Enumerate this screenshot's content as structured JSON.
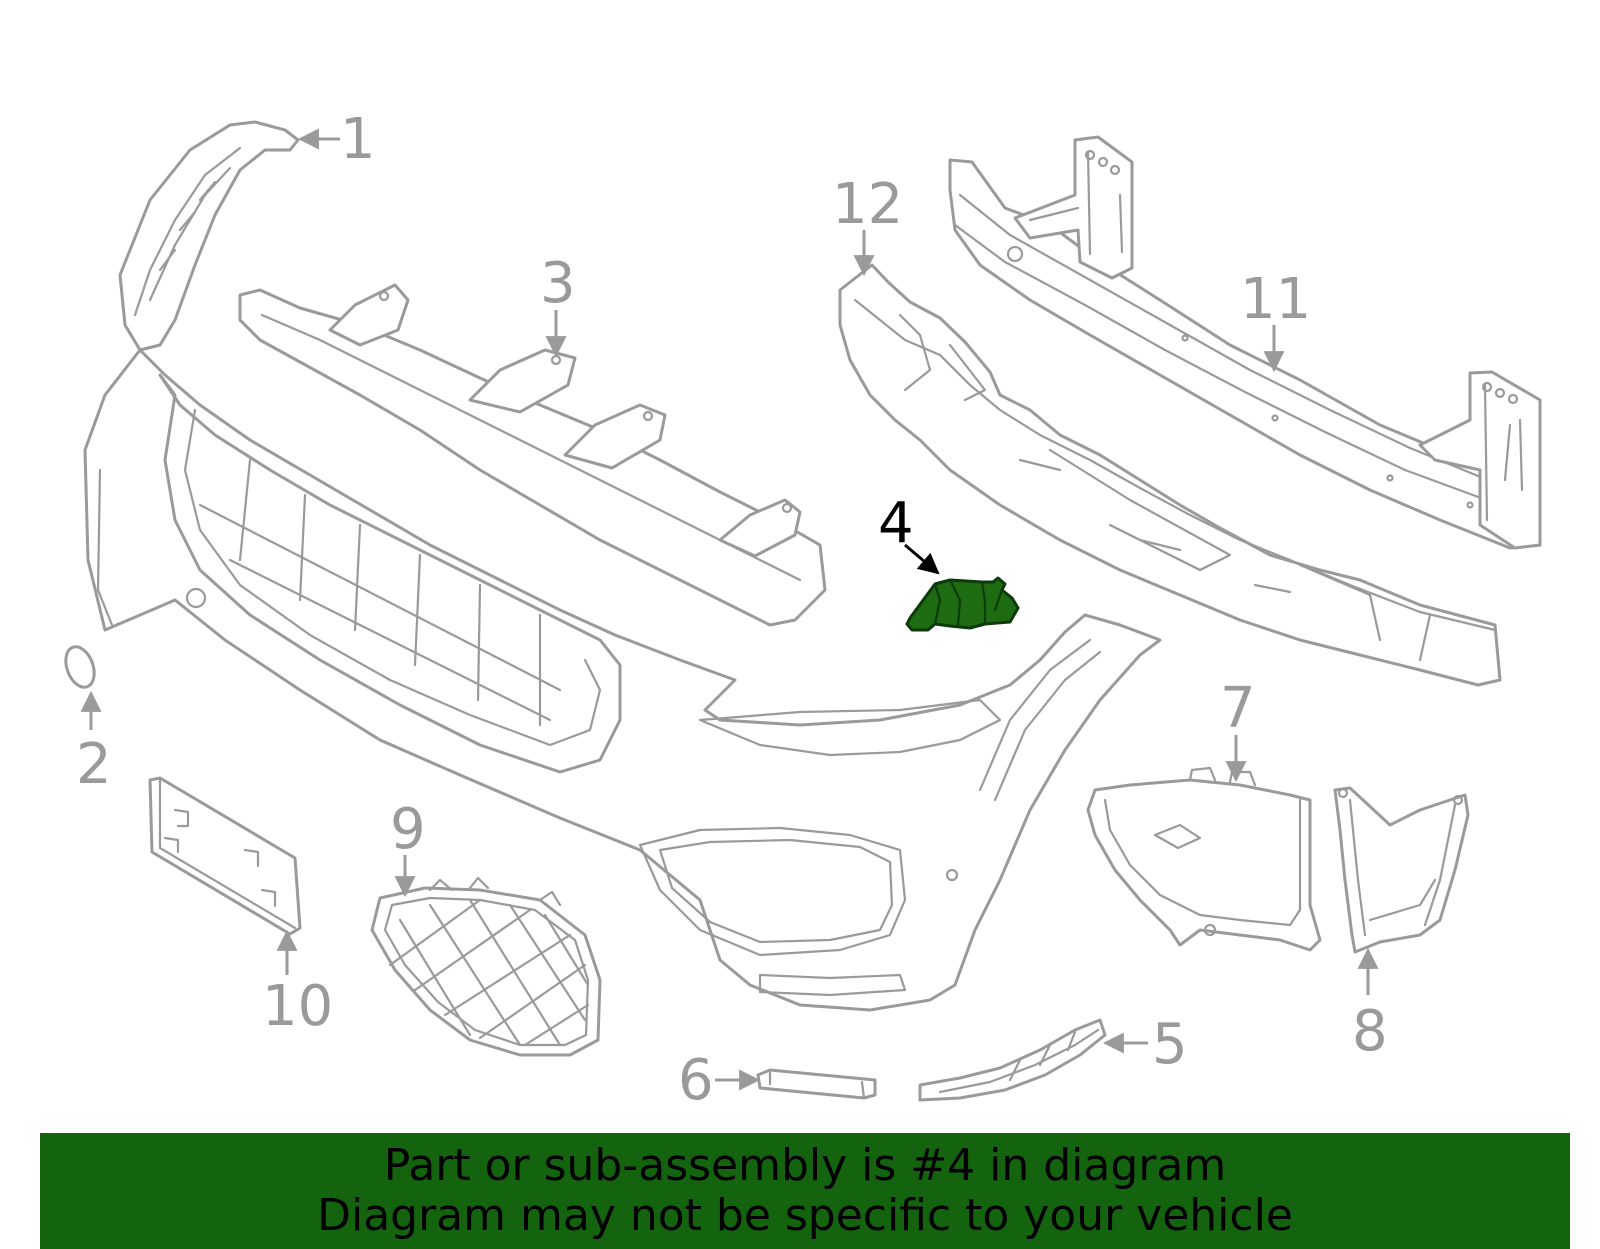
{
  "diagram": {
    "highlighted_part": "4",
    "highlight_color": "#1f6b12",
    "line_color": "#9a9a9a",
    "callouts": {
      "c1": "1",
      "c2": "2",
      "c3": "3",
      "c4": "4",
      "c5": "5",
      "c6": "6",
      "c7": "7",
      "c8": "8",
      "c9": "9",
      "c10": "10",
      "c11": "11",
      "c12": "12"
    }
  },
  "banner": {
    "background": "#14640f",
    "line1": "Part or sub-assembly is #4 in diagram",
    "line2": "Diagram may not be specific to your vehicle"
  }
}
